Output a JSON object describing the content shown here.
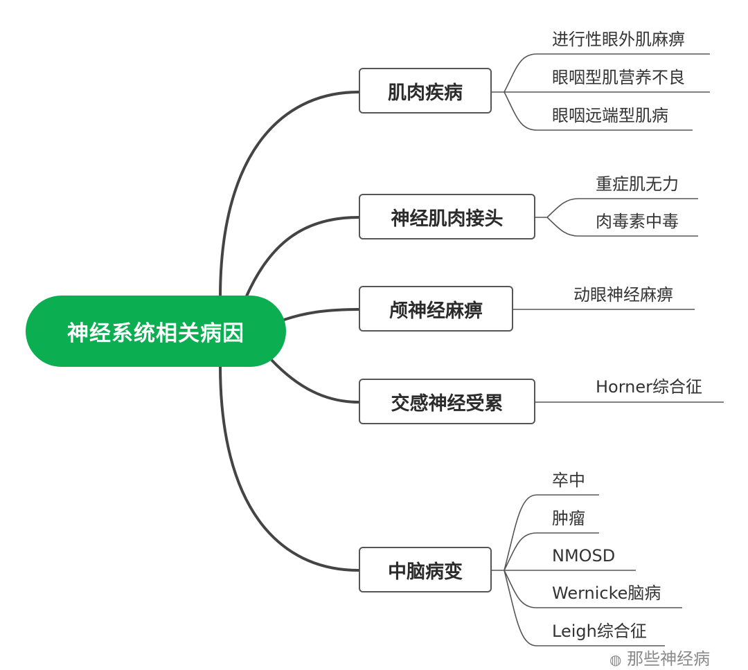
{
  "root": {
    "label": "神经系统相关病因",
    "color": "#0cae52"
  },
  "branches": [
    {
      "label": "肌肉疾病",
      "leaves": [
        "进行性眼外肌麻痹",
        "眼咽型肌营养不良",
        "眼咽远端型肌病"
      ]
    },
    {
      "label": "神经肌肉接头",
      "leaves": [
        "重症肌无力",
        "肉毒素中毒"
      ]
    },
    {
      "label": "颅神经麻痹",
      "leaves": [
        "动眼神经麻痹"
      ]
    },
    {
      "label": "交感神经受累",
      "leaves": [
        "Horner综合征"
      ]
    },
    {
      "label": "中脑病变",
      "leaves": [
        "卒中",
        "肿瘤",
        "NMOSD",
        "Wernicke脑病",
        "Leigh综合征"
      ]
    }
  ],
  "watermark": "那些神经病"
}
